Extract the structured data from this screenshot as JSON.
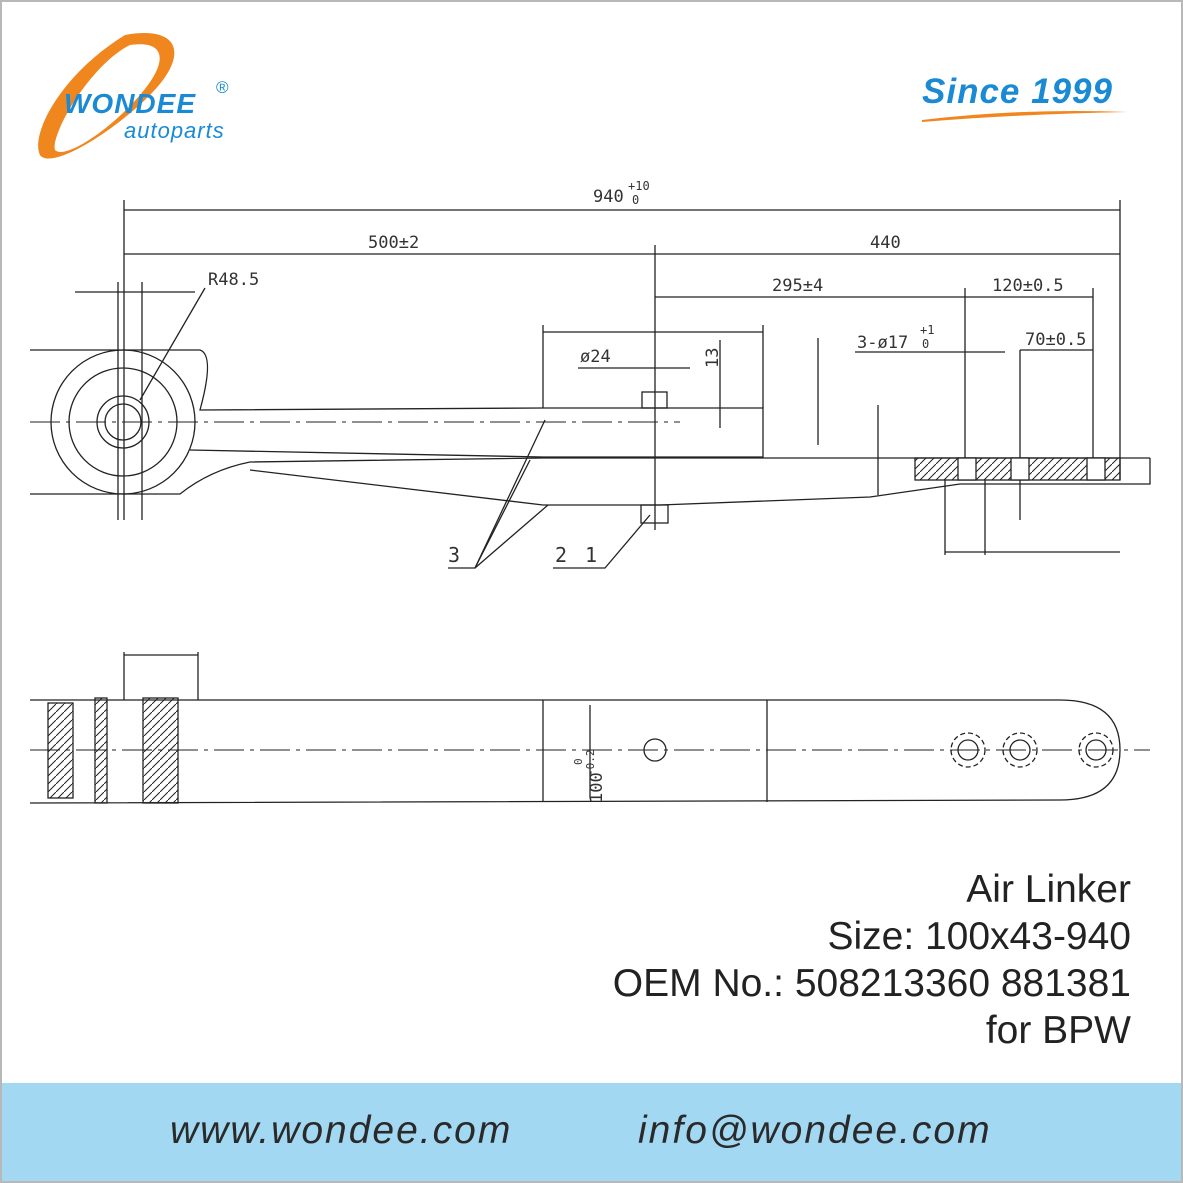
{
  "logo": {
    "brand": "WONDEE",
    "sub": "autoparts",
    "registered": "®"
  },
  "tagline": "Since 1999",
  "drawing": {
    "dims": {
      "total": "940",
      "total_tol_upper": "+10",
      "total_tol_lower": "0",
      "left": "500±2",
      "right": "440",
      "d295": "295±4",
      "d120": "120±0.5",
      "radius": "R48.5",
      "bore": "ø24",
      "h13": "13",
      "holes": "3-ø17",
      "holes_tol_upper": "+1",
      "holes_tol_lower": "0",
      "d70": "70±0.5",
      "width": "100",
      "width_tol_upper": "0",
      "width_tol_lower": "-0.2"
    },
    "labels": {
      "part3": "3",
      "part2": "2",
      "part1": "1"
    }
  },
  "product": {
    "name": "Air Linker",
    "size": "Size: 100x43-940",
    "oem": "OEM No.: 508213360 881381",
    "fitment": "for BPW"
  },
  "footer": {
    "website": "www.wondee.com",
    "email": "info@wondee.com"
  },
  "colors": {
    "brand_blue": "#1a8ad4",
    "brand_orange": "#f0861e",
    "footer_bg": "#a3d8f3"
  }
}
